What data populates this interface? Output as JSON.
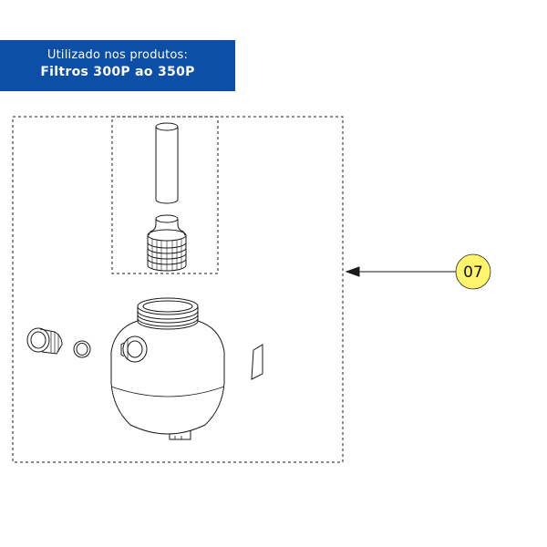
{
  "banner": {
    "line1": "Utilizado nos produtos:",
    "line2": "Filtros 300P ao 350P"
  },
  "callout": {
    "label": "07"
  },
  "colors": {
    "banner_bg": "#0d4ea6",
    "banner_text": "#ffffff",
    "callout_fill": "#fff46b",
    "line": "#1a1a1a"
  }
}
